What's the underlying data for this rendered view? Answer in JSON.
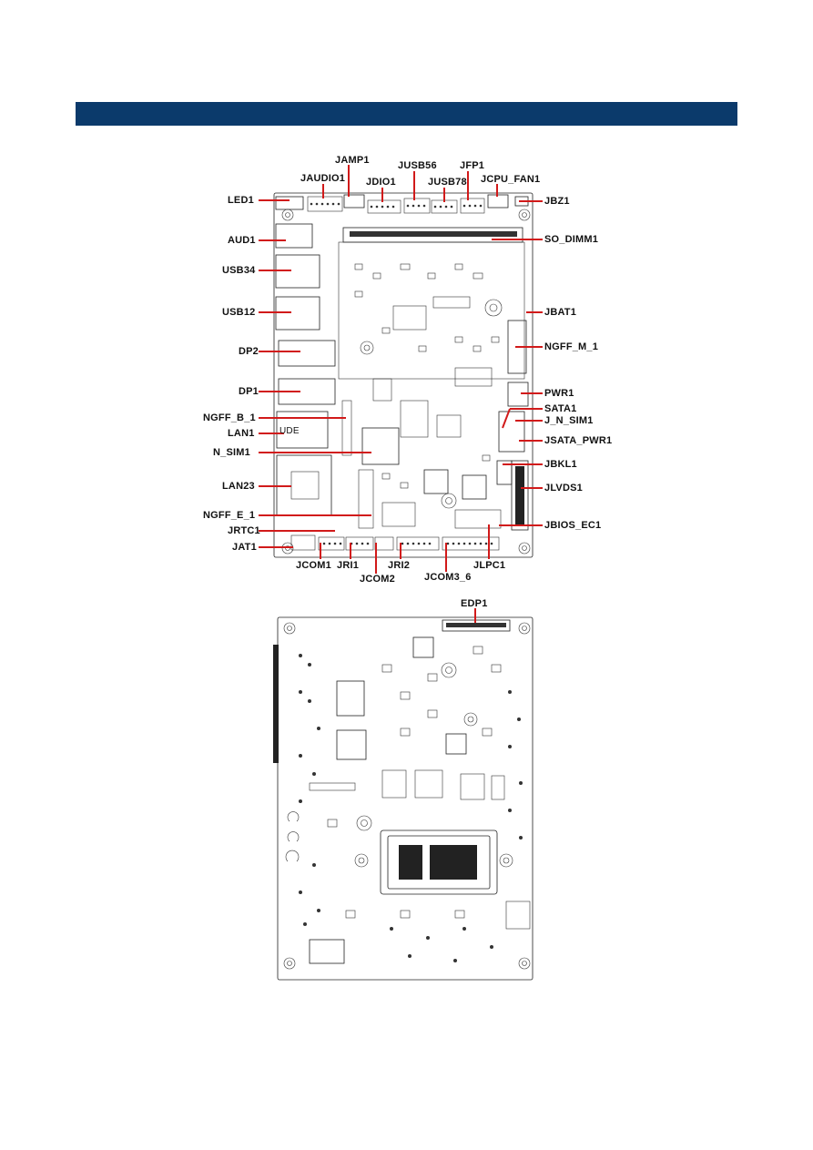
{
  "labels": {
    "top": [
      "JAMP1",
      "JAUDIO1",
      "JUSB56",
      "JFP1",
      "JDIO1",
      "JUSB78",
      "JCPU_FAN1"
    ],
    "left": [
      "LED1",
      "AUD1",
      "USB34",
      "USB12",
      "DP2",
      "DP1",
      "NGFF_B_1",
      "LAN1",
      "N_SIM1",
      "LAN23",
      "NGFF_E_1",
      "JRTC1",
      "JAT1"
    ],
    "right": [
      "JBZ1",
      "SO_DIMM1",
      "JBAT1",
      "NGFF_M_1",
      "PWR1",
      "SATA1",
      "J_N_SIM1",
      "JSATA_PWR1",
      "JBKL1",
      "JLVDS1",
      "JBIOS_EC1"
    ],
    "bottom": [
      "JCOM1",
      "JRI1",
      "JRI2",
      "JCOM2",
      "JCOM3_6",
      "JLPC1"
    ],
    "rear": [
      "EDP1"
    ]
  },
  "board_text": {
    "lan1_marking": "UDE"
  },
  "colors": {
    "header_bar": "#0b3a6b",
    "leader": "#d11a1a"
  }
}
